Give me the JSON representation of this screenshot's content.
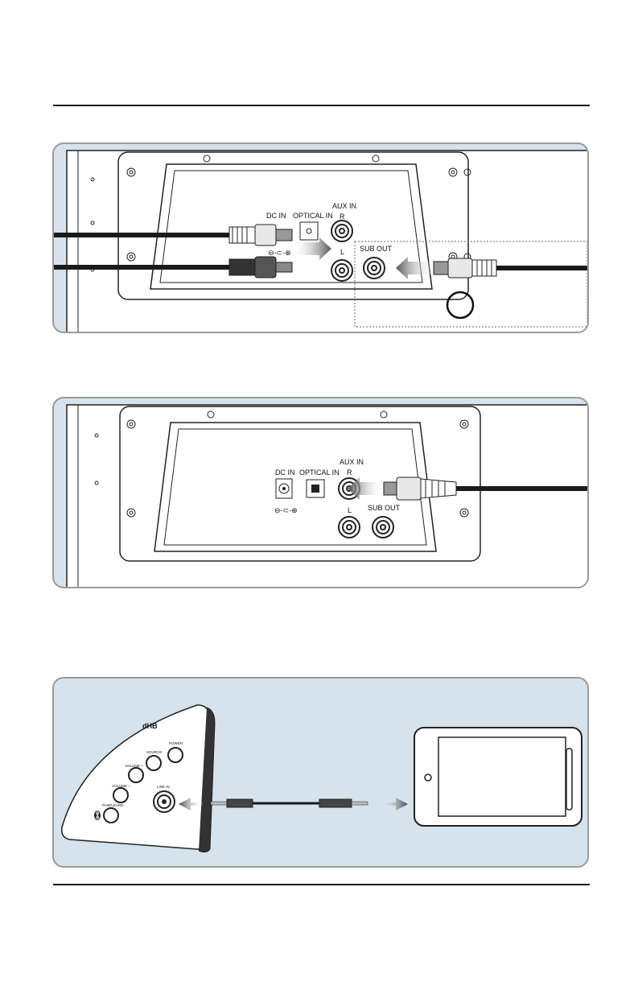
{
  "diagrams": {
    "panel1": {
      "labels": {
        "dc_in": "DC IN",
        "optical_in": "OPTICAL IN",
        "aux_in": "AUX IN",
        "aux_r": "R",
        "aux_l": "L",
        "sub_out": "SUB OUT",
        "polarity": "⊖-⊂-⊕"
      }
    },
    "panel2": {
      "labels": {
        "dc_in": "DC IN",
        "optical_in": "OPTICAL IN",
        "aux_in": "AUX IN",
        "aux_r": "R",
        "aux_l": "L",
        "sub_out": "SUB OUT",
        "polarity": "⊖-⊂-⊕"
      }
    },
    "panel3": {
      "labels": {
        "power": "POWER",
        "source": "SOURCE",
        "volume_plus": "VOLUME +",
        "volume_minus": "VOLUME –",
        "pair_learn": "PAIR/LEARN",
        "line_in": "LINE IN"
      }
    }
  },
  "colors": {
    "panel_bg": "#d6e3ec",
    "device": "#ffffff",
    "ink": "#111111",
    "cable": "#1a1a1a",
    "arrow": "#8a8a8a"
  }
}
